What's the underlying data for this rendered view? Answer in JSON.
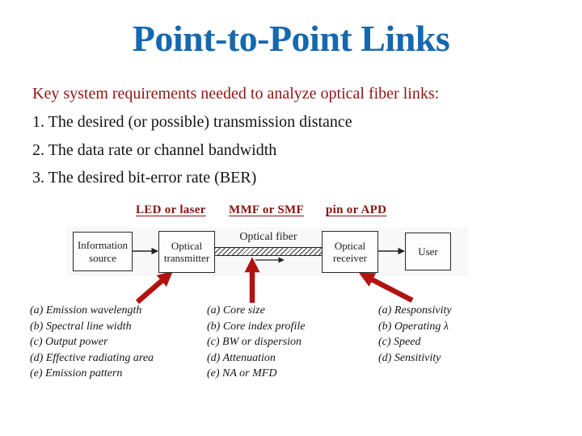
{
  "title": "Point-to-Point Links",
  "intro": {
    "lead": "Key system requirements needed to analyze optical fiber links:",
    "items": [
      "1. The desired (or possible) transmission distance",
      "2. The data rate or channel bandwidth",
      "3. The desired bit-error rate (BER)"
    ]
  },
  "component_labels": [
    {
      "text": "LED or laser"
    },
    {
      "text": "MMF or SMF"
    },
    {
      "text": "pin or APD"
    }
  ],
  "diagram": {
    "boxes": [
      {
        "line1": "Information",
        "line2": "source"
      },
      {
        "line1": "Optical",
        "line2": "transmitter"
      },
      {
        "line1": "Optical",
        "line2": "receiver"
      },
      {
        "line1": "User",
        "line2": ""
      }
    ],
    "fiber_label": "Optical fiber"
  },
  "property_columns": [
    {
      "items": [
        "(a) Emission wavelength",
        "(b) Spectral line width",
        "(c) Output power",
        "(d) Effective radiating area",
        "(e) Emission pattern"
      ]
    },
    {
      "items": [
        "(a) Core size",
        "(b) Core index profile",
        "(c) BW or dispersion",
        "(d) Attenuation",
        "(e) NA or MFD"
      ]
    },
    {
      "items": [
        "(a) Responsivity",
        "(b) Operating λ",
        "(c) Speed",
        "(d) Sensitivity"
      ]
    }
  ],
  "colors": {
    "title_blue": "#1569ae",
    "dark_red_text": "#8e1515",
    "label_red": "#8b1212",
    "arrow_red": "#b01310"
  }
}
